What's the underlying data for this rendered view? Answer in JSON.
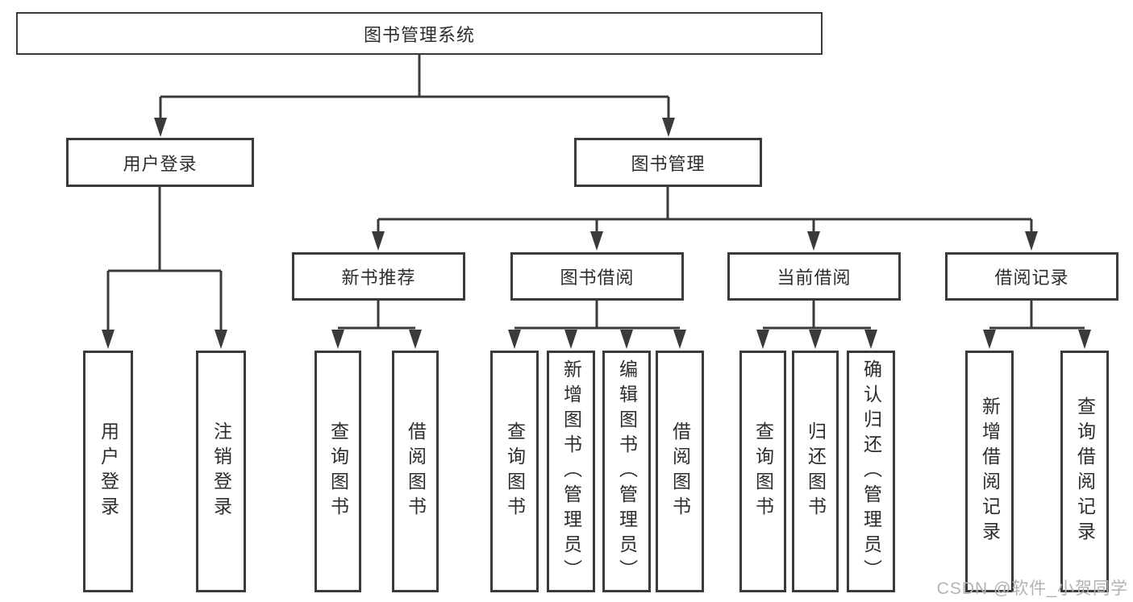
{
  "diagram": {
    "title": "图书管理系统",
    "type": "hierarchy-tree",
    "colors": {
      "line": "#3a3a3a",
      "text": "#2d2d2d",
      "watermark": "#b3b3b3",
      "background": "#ffffff"
    }
  },
  "watermark": "CSDN @软件_小贺同学",
  "nodes": {
    "root": "图书管理系统",
    "user_login": "用户登录",
    "book_management": "图书管理",
    "new_book_recommend": "新书推荐",
    "book_borrowing": "图书借阅",
    "current_borrowing": "当前借阅",
    "borrowing_records": "借阅记录",
    "leaf_user_login": "用户登录",
    "leaf_logout": "注销登录",
    "leaf_query_book_recommend": "查询图书",
    "leaf_borrow_book_recommend": "借阅图书",
    "leaf_query_book_borrowing": "查询图书",
    "leaf_add_book_admin": "新增图书（管理员）",
    "leaf_edit_book_admin": "编辑图书（管理员）",
    "leaf_borrow_book_borrowing": "借阅图书",
    "leaf_query_book_current": "查询图书",
    "leaf_return_book": "归还图书",
    "leaf_confirm_return_admin": "确认归还（管理员）",
    "leaf_add_borrow_record": "新增借阅记录",
    "leaf_query_borrow_record": "查询借阅记录"
  },
  "tree": {
    "root": "图书管理系统",
    "children": [
      {
        "label": "用户登录",
        "children": [
          "用户登录",
          "注销登录"
        ]
      },
      {
        "label": "图书管理",
        "children": [
          {
            "label": "新书推荐",
            "children": [
              "查询图书",
              "借阅图书"
            ]
          },
          {
            "label": "图书借阅",
            "children": [
              "查询图书",
              "新增图书（管理员）",
              "编辑图书（管理员）",
              "借阅图书"
            ]
          },
          {
            "label": "当前借阅",
            "children": [
              "查询图书",
              "归还图书",
              "确认归还（管理员）"
            ]
          },
          {
            "label": "借阅记录",
            "children": [
              "新增借阅记录",
              "查询借阅记录"
            ]
          }
        ]
      }
    ]
  }
}
